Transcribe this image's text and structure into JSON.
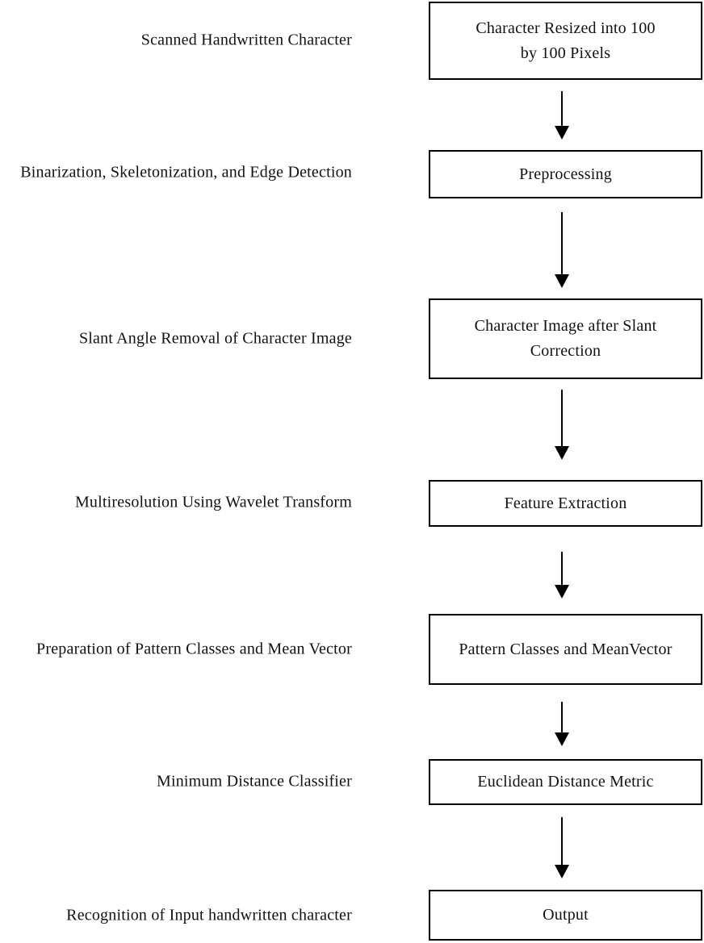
{
  "flowchart": {
    "colors": {
      "background": "#ffffff",
      "line": "#000000",
      "text": "#111111"
    },
    "steps": [
      {
        "side_label": "Scanned Handwritten Character",
        "box_lines": [
          "Character Resized into 100",
          "by 100 Pixels"
        ]
      },
      {
        "side_label": "Binarization, Skeletonization, and Edge Detection",
        "box_lines": [
          "Preprocessing"
        ]
      },
      {
        "side_label": "Slant Angle Removal of Character Image",
        "box_lines": [
          "Character Image after Slant",
          "Correction"
        ]
      },
      {
        "side_label": "Multiresolution Using Wavelet Transform",
        "box_lines": [
          "Feature Extraction"
        ]
      },
      {
        "side_label": "Preparation of Pattern Classes and Mean Vector",
        "box_lines": [
          "Pattern Classes and MeanVector"
        ]
      },
      {
        "side_label": "Minimum Distance Classifier",
        "box_lines": [
          "Euclidean Distance Metric"
        ]
      },
      {
        "side_label": "Recognition of Input handwritten character",
        "box_lines": [
          "Output"
        ]
      }
    ]
  }
}
